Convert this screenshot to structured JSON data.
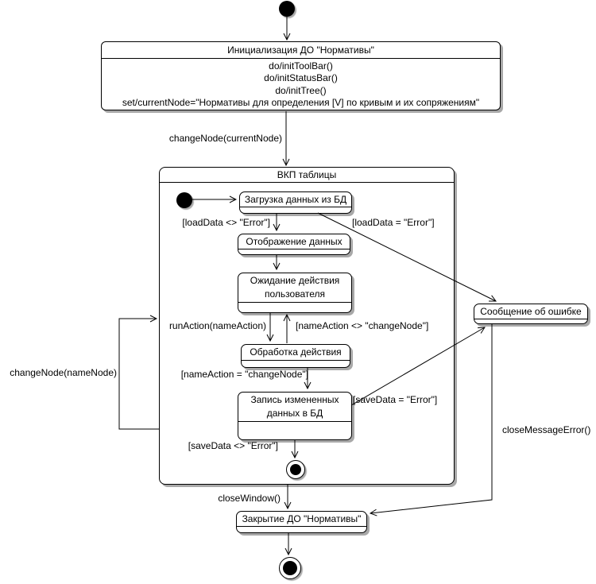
{
  "diagram_type": "uml-statechart",
  "colors": {
    "background": "#ffffff",
    "line": "#000000",
    "state_fill": "#ffffff",
    "shadow": "#a8a8a8"
  },
  "states": {
    "init_do": {
      "title": "Инициализация ДО \"Нормативы\"",
      "actions": [
        "do/initToolBar()",
        "do/initStatusBar()",
        "do/initTree()",
        "set/currentNode=\"Нормативы для определения [V] по кривым и их сопряжениям\""
      ]
    },
    "vkp": {
      "title": "ВКП таблицы"
    },
    "load_data": {
      "label": "Загрузка данных из БД"
    },
    "display_data": {
      "label": "Отображение данных"
    },
    "wait_user": {
      "lines": [
        "Ожидание действия",
        "пользователя"
      ]
    },
    "process_action": {
      "label": "Обработка действия"
    },
    "save_data": {
      "lines": [
        "Запись измененных",
        "данных в БД"
      ]
    },
    "error_message": {
      "label": "Сообщение об ошибке"
    },
    "close_do": {
      "label": "Закрытие ДО \"Нормативы\""
    }
  },
  "transitions": {
    "change_node_current": "changeNode(currentNode)",
    "load_data_ok": "[loadData <> \"Error\"]",
    "load_data_error": "[loadData = \"Error\"]",
    "run_action": "runAction(nameAction)",
    "name_action_not_change": "[nameAction <> \"changeNode\"]",
    "name_action_change": "[nameAction = \"changeNode\"]",
    "save_data_error": "[saveData = \"Error\"]",
    "save_data_ok": "[saveData <> \"Error\"]",
    "change_node_name": "changeNode(nameNode)",
    "close_window": "closeWindow()",
    "close_message_error": "closeMessageError()"
  }
}
